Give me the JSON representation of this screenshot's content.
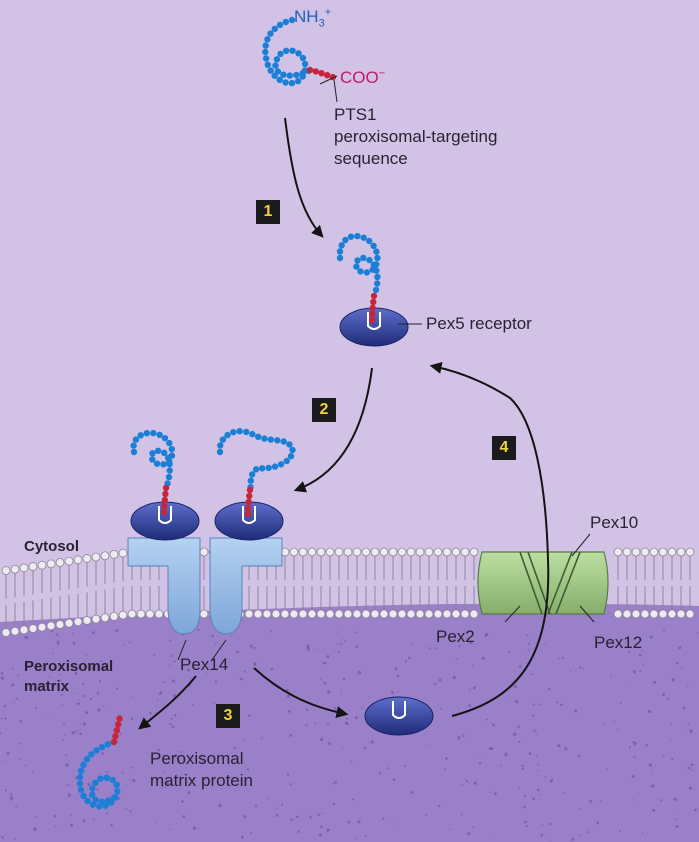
{
  "terminals": {
    "n_base": "NH",
    "n_sub": "3",
    "n_sup": "+",
    "c_base": "COO",
    "c_sup": "−"
  },
  "labels": {
    "pts1": "PTS1",
    "pts1_desc_line1": "peroxisomal-targeting",
    "pts1_desc_line2": "sequence",
    "pex5_receptor": "Pex5 receptor",
    "cytosol": "Cytosol",
    "matrix_line1": "Peroxisomal",
    "matrix_line2": "matrix",
    "pex14": "Pex14",
    "pex10": "Pex10",
    "pex2": "Pex2",
    "pex12": "Pex12",
    "product_line1": "Peroxisomal",
    "product_line2": "matrix protein"
  },
  "steps": [
    "1",
    "2",
    "3",
    "4"
  ],
  "colors": {
    "cytosol_bg": "#d2c3e6",
    "matrix_bg": "#9a7fc9",
    "protein_chain": "#1b7fd6",
    "pts1_signal": "#c8243a",
    "coo_label": "#c21a6a",
    "receptor": "#2a3a8e",
    "pex14": "#9cbfe6",
    "pex_complex": "#a7c98a",
    "step_box": "#1b1b1b",
    "step_text": "#f3d23d"
  }
}
